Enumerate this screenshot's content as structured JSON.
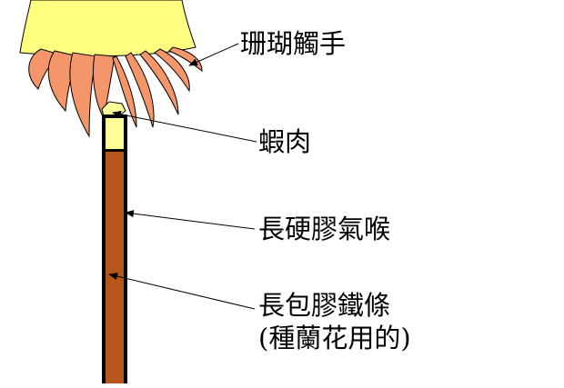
{
  "labels": {
    "coral": "珊瑚觸手",
    "shrimp": "蝦肉",
    "tube": "長硬膠氣喉",
    "wire_line1": "長包膠鐵條",
    "wire_line2": "(種蘭花用的)"
  },
  "colors": {
    "coral_body": "#ffff80",
    "tentacle": "#f4956a",
    "shrimp": "#ffff99",
    "tube_fill": "#b5561c",
    "tube_top": "#ffff99",
    "outline": "#000000",
    "background": "#ffffff"
  }
}
